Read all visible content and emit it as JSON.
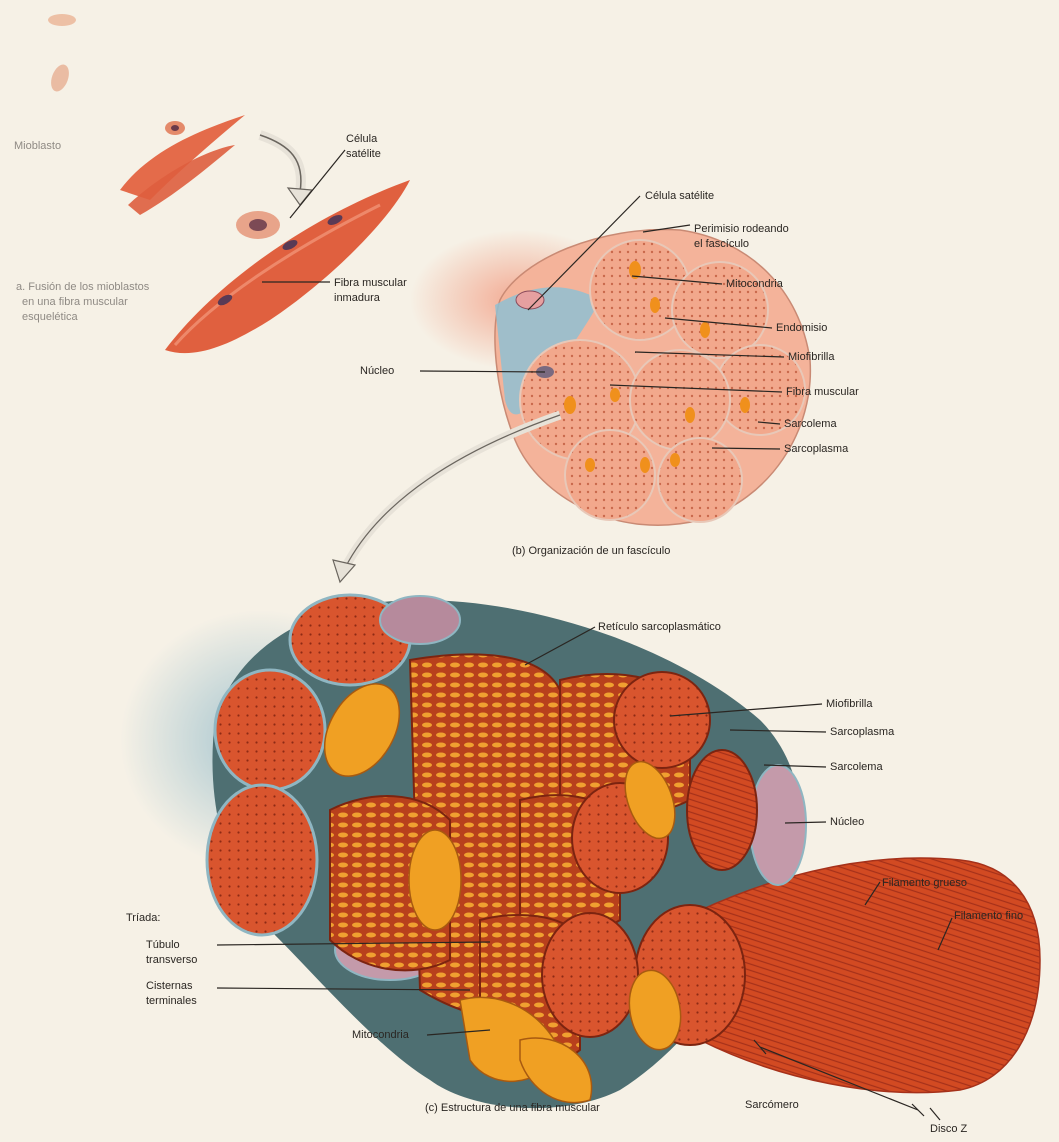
{
  "labels": {
    "mioblasto": "Mioblasto",
    "fusion_line1": "a. Fusión de los mioblastos",
    "fusion_line2": "en una fibra muscular",
    "fusion_line3": "esquelética",
    "celula_satelite_a_line1": "Célula",
    "celula_satelite_a_line2": "satélite",
    "fibra_inmadura_line1": "Fibra muscular",
    "fibra_inmadura_line2": "inmadura",
    "celula_satelite_b": "Célula satélite",
    "perimisio_line1": "Perimisio rodeando",
    "perimisio_line2": "el fascículo",
    "mitocondria_b": "Mitocondria",
    "endomisio": "Endomisio",
    "miofibrilla_b": "Miofibrilla",
    "nucleo_b": "Núcleo",
    "fibra_muscular_b": "Fibra muscular",
    "sarcolema_b": "Sarcolema",
    "sarcoplasma_b": "Sarcoplasma",
    "caption_b": "(b) Organización de un fascículo",
    "reticulo": "Retículo sarcoplasmático",
    "miofibrilla_c": "Miofibrilla",
    "sarcoplasma_c": "Sarcoplasma",
    "sarcolema_c": "Sarcolema",
    "nucleo_c": "Núcleo",
    "filamento_grueso": "Filamento grueso",
    "filamento_fino": "Filamento fino",
    "triada": "Tríada:",
    "tubulo_line1": "Túbulo",
    "tubulo_line2": "transverso",
    "cisternas_line1": "Cisternas",
    "cisternas_line2": "terminales",
    "mitocondria_c": "Mitocondria",
    "sarcomero": "Sarcómero",
    "disco_z": "Disco Z",
    "caption_c": "(c) Estructura de una fibra muscular"
  },
  "colors": {
    "background": "#f6f1e6",
    "muscle_red": "#d9552e",
    "muscle_dark": "#a8321a",
    "mitochondria": "#e8961a",
    "sheath_blue": "#7fb0c4",
    "nucleus_purple": "#b88fa0",
    "fascicle_pink": "#f0a58a",
    "leader_line": "#2a2622"
  }
}
